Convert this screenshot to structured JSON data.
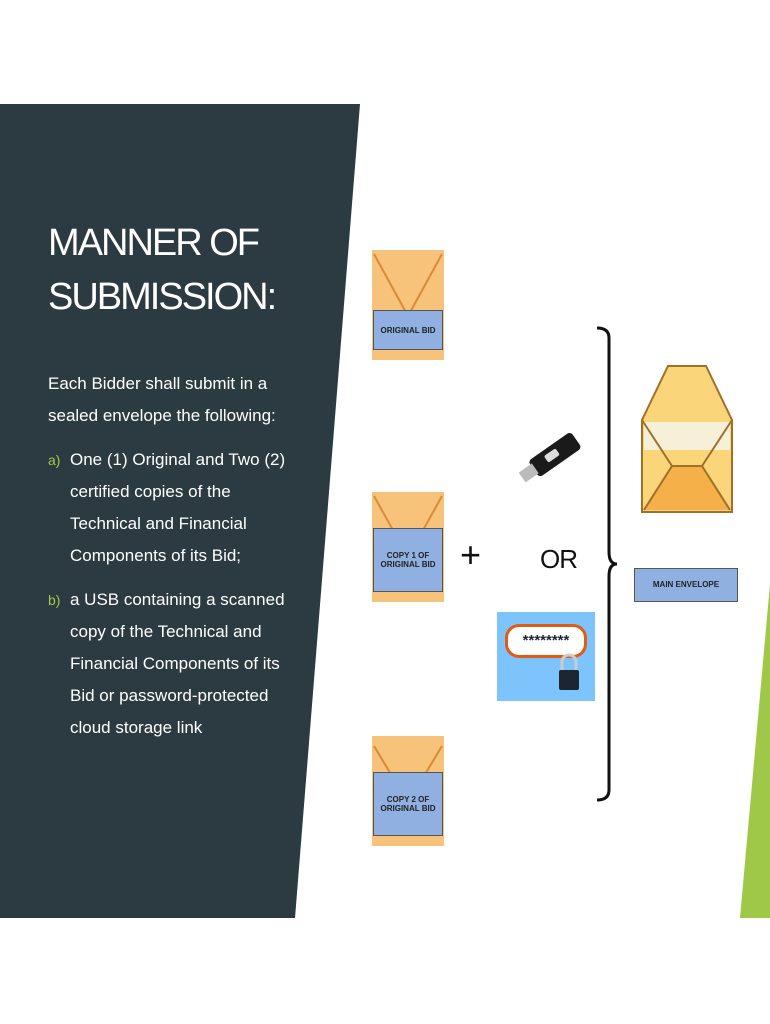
{
  "title": "MANNER OF SUBMISSION:",
  "intro": "Each Bidder shall submit in a sealed envelope the following:",
  "items": [
    {
      "marker": "a)",
      "text": "One (1) Original and Two (2) certified copies of the Technical and Financial Components of its Bid;"
    },
    {
      "marker": "b)",
      "text": "a USB containing a scanned copy of the Technical and Financial Components of its Bid or password-protected cloud storage link"
    }
  ],
  "diagram": {
    "envelopes": [
      {
        "line1": "ORIGINAL BID",
        "line2": ""
      },
      {
        "line1": "COPY 1 OF",
        "line2": "ORIGINAL BID"
      },
      {
        "line1": "COPY 2 OF",
        "line2": "ORIGINAL BID"
      }
    ],
    "plus": "+",
    "or": "OR",
    "password": "********",
    "main_envelope": "MAIN ENVELOPE"
  },
  "colors": {
    "panel": "#2c3b41",
    "accent": "#9fc848"
  }
}
